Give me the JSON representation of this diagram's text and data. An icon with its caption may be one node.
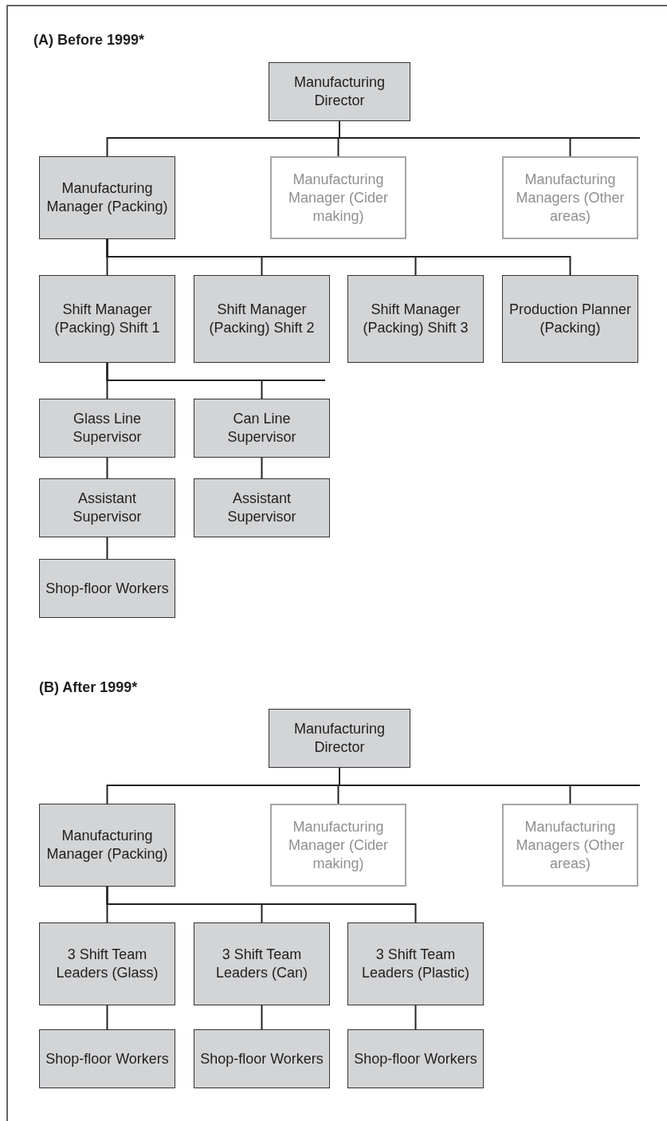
{
  "diagram": {
    "nodes": [
      {
        "text": [
          "Manufacturing Director"
        ]
      },
      {
        "text": [
          "Manufacturing Manager (Packing)"
        ]
      },
      {
        "text": [
          "Manufacturing Manager (Cider making)"
        ]
      },
      {
        "text": [
          "Manufacturing Managers (Other areas)"
        ]
      },
      {
        "text": [
          "Shift Manager (Packing) Shift 1"
        ]
      },
      {
        "text": [
          "Shift Manager (Packing) Shift 2"
        ]
      },
      {
        "text": [
          "Shift Manager (Packing) Shift 3"
        ]
      },
      {
        "text": [
          "Production Planner (Packing)"
        ]
      },
      {
        "text": [
          "Glass Line Supervisor"
        ]
      },
      {
        "text": [
          "Can Line Supervisor"
        ]
      },
      {
        "text": [
          "Assistant Supervisor"
        ]
      },
      {
        "text": [
          "Assistant Supervisor"
        ]
      },
      {
        "text": [
          "Shop-floor Workers"
        ]
      },
      {
        "text": [
          "Manufacturing Director"
        ]
      },
      {
        "text": [
          "Manufacturing Manager (Packing)"
        ]
      },
      {
        "text": [
          "Manufacturing Manager (Cider making)"
        ]
      },
      {
        "text": [
          "Manufacturing Managers (Other areas)"
        ]
      },
      {
        "text": [
          "3 Shift Team Leaders (Glass)"
        ]
      },
      {
        "text": [
          "3 Shift Team Leaders (Can)"
        ]
      },
      {
        "text": [
          "3 Shift Team Leaders (Plastic)"
        ]
      },
      {
        "text": [
          "Shop-floor Workers"
        ]
      },
      {
        "text": [
          "Shop-floor Workers"
        ]
      },
      {
        "text": [
          "Shop-floor Workers"
        ]
      }
    ],
    "edges": [
      {
        "from": 0,
        "to": 1,
        "arrow": "none"
      },
      {
        "from": 0,
        "to": 2,
        "arrow": "none"
      },
      {
        "from": 0,
        "to": 3,
        "arrow": "none"
      },
      {
        "from": 0,
        "to": null,
        "arrow": "none"
      },
      {
        "from": 1,
        "to": 4,
        "arrow": "none"
      },
      {
        "from": 1,
        "to": 5,
        "arrow": "none"
      },
      {
        "from": 1,
        "to": 6,
        "arrow": "none"
      },
      {
        "from": 1,
        "to": 7,
        "arrow": "none"
      },
      {
        "from": 4,
        "to": 8,
        "arrow": "none"
      },
      {
        "from": 4,
        "to": 9,
        "arrow": "none"
      },
      {
        "from": 4,
        "to": null,
        "arrow": "none"
      },
      {
        "from": 8,
        "to": 10,
        "arrow": "none"
      },
      {
        "from": 9,
        "to": 11,
        "arrow": "none"
      },
      {
        "from": 10,
        "to": 12,
        "arrow": "none"
      },
      {
        "from": 13,
        "to": 14,
        "arrow": "none"
      },
      {
        "from": 13,
        "to": 15,
        "arrow": "none"
      },
      {
        "from": 13,
        "to": 16,
        "arrow": "none"
      },
      {
        "from": 13,
        "to": null,
        "arrow": "none"
      },
      {
        "from": 14,
        "to": 17,
        "arrow": "none"
      },
      {
        "from": 14,
        "to": 18,
        "arrow": "none"
      },
      {
        "from": 14,
        "to": 19,
        "arrow": "none"
      },
      {
        "from": 17,
        "to": 20,
        "arrow": "none"
      },
      {
        "from": 18,
        "to": 21,
        "arrow": "none"
      },
      {
        "from": 19,
        "to": 22,
        "arrow": "none"
      }
    ],
    "labels": [
      "(A) Before 1999*",
      "(B) After 1999*"
    ]
  }
}
